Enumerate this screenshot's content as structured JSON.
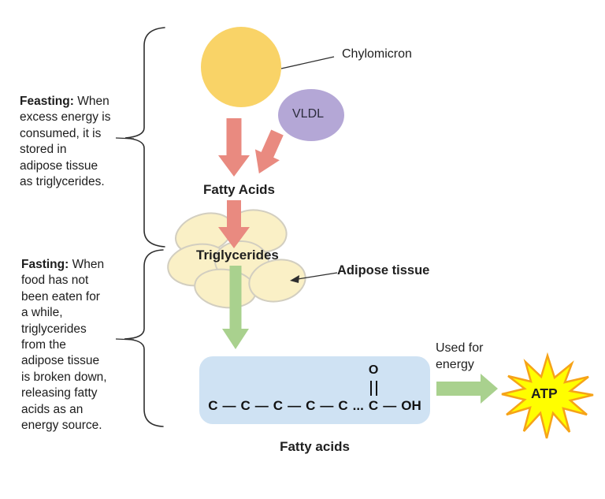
{
  "colors": {
    "background": "#ffffff",
    "line": "#2e2e2e",
    "chylomicron_fill": "#F9D367",
    "vldl_fill": "#B4A7D6",
    "red_arrow": "#E98A80",
    "green_arrow": "#A9D18E",
    "adipose_fill": "#FAF0C6",
    "adipose_stroke": "#D2CEC0",
    "box_fill": "#CFE2F3",
    "star_fill": "#FFFE00",
    "star_stroke": "#F6A318"
  },
  "left_panel": {
    "feasting": {
      "label": "Feasting:",
      "rest": " When",
      "lines": [
        "excess energy is",
        "consumed, it is",
        "stored in",
        "adipose tissue",
        "as triglycerides."
      ]
    },
    "fasting": {
      "label": "Fasting:",
      "rest": " When",
      "lines": [
        "food has not",
        "been eaten for",
        "a while,",
        "triglycerides",
        "from the",
        "adipose tissue",
        "is broken down,",
        "releasing fatty",
        "acids as an",
        "energy source."
      ]
    }
  },
  "diagram": {
    "chylomicron_label": "Chylomicron",
    "vldl_label": "VLDL",
    "fatty_acids_upper_label": "Fatty Acids",
    "triglycerides_label": "Triglycerides",
    "adipose_label": "Adipose tissue",
    "used_for_energy": {
      "line1": "Used for",
      "line2": "energy"
    },
    "atp_label": "ATP",
    "fatty_acid_box": {
      "o": "O",
      "c": "C",
      "dash": "—",
      "dots": "...",
      "oh": "OH",
      "caption": "Fatty acids"
    }
  }
}
